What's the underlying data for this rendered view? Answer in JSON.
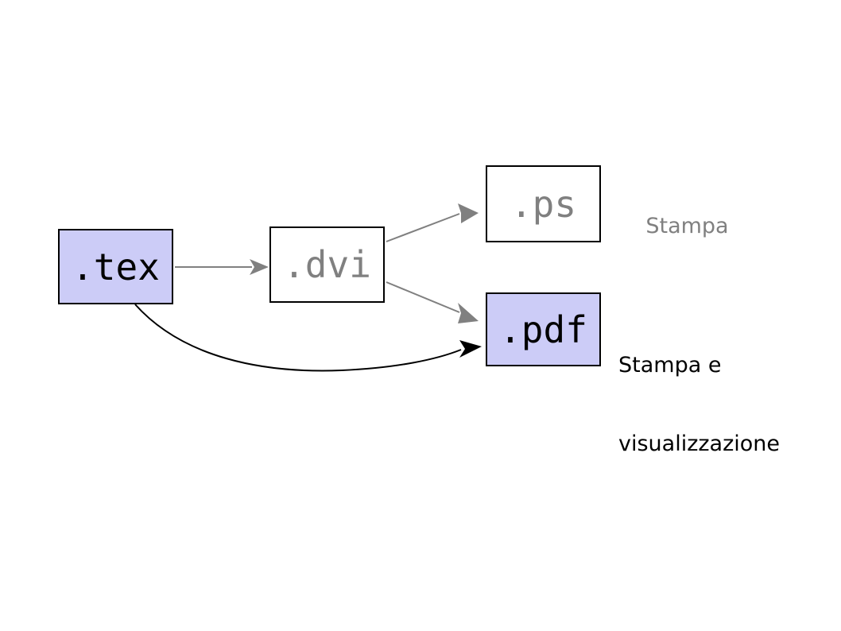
{
  "diagram": {
    "title": "LaTeX output formats workflow",
    "background_color": "#ffffff",
    "nodes": [
      {
        "id": "tex",
        "label": ".tex",
        "fill": "#ccccf7",
        "border": "#000000",
        "text_color": "#000000"
      },
      {
        "id": "dvi",
        "label": ".dvi",
        "fill": "#ffffff",
        "border": "#000000",
        "text_color": "#808080"
      },
      {
        "id": "ps",
        "label": ".ps",
        "fill": "#ffffff",
        "border": "#000000",
        "text_color": "#808080"
      },
      {
        "id": "pdf",
        "label": ".pdf",
        "fill": "#ccccf7",
        "border": "#000000",
        "text_color": "#000000"
      }
    ],
    "edges": [
      {
        "id": "tex-to-dvi",
        "from": "tex",
        "to": "dvi",
        "color": "#808080",
        "style": "straight"
      },
      {
        "id": "dvi-to-ps",
        "from": "dvi",
        "to": "ps",
        "color": "#808080",
        "style": "straight"
      },
      {
        "id": "dvi-to-pdf",
        "from": "dvi",
        "to": "pdf",
        "color": "#808080",
        "style": "straight"
      },
      {
        "id": "tex-to-pdf",
        "from": "tex",
        "to": "pdf",
        "color": "#000000",
        "style": "curved"
      }
    ],
    "annotations": [
      {
        "id": "ps-note",
        "text": "Stampa",
        "color": "#808080"
      },
      {
        "id": "pdf-note-line1",
        "text": "Stampa e",
        "color": "#000000"
      },
      {
        "id": "pdf-note-line2",
        "text": "visualizzazione",
        "color": "#000000"
      }
    ]
  }
}
